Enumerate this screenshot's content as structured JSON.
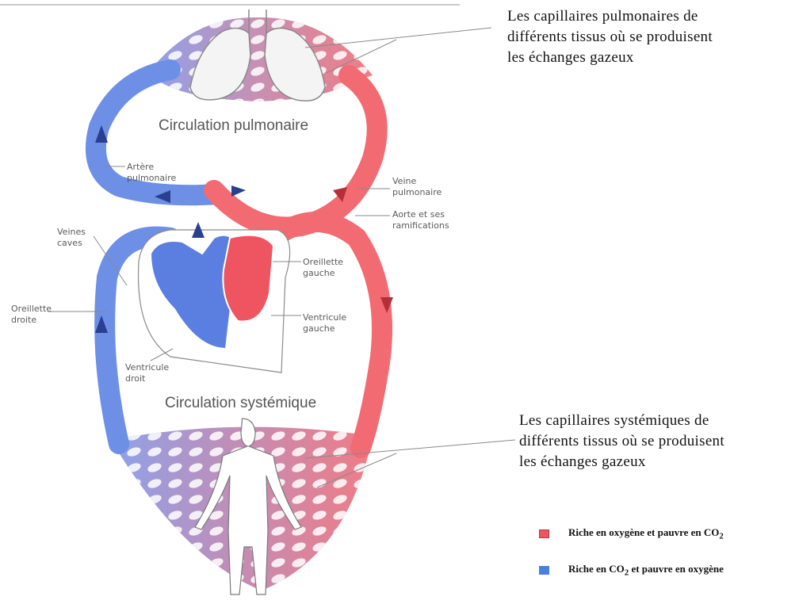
{
  "annotations": {
    "pulmonary": [
      "Les capillaires pulmonaires de",
      "différents tissus où se produisent",
      "les échanges gazeux"
    ],
    "systemic": [
      "Les capillaires systémiques de",
      "différents tissus où se produisent",
      "les échanges gazeux"
    ]
  },
  "diagram": {
    "title_pulmonary": "Circulation pulmonaire",
    "title_systemic": "Circulation systémique",
    "labels": {
      "artere_pulmonaire": [
        "Artère",
        "pulmonaire"
      ],
      "veines_caves": [
        "Veines",
        "caves"
      ],
      "oreillette_droite": [
        "Oreillette",
        "droite"
      ],
      "ventricule_droit": [
        "Ventricule",
        "droit"
      ],
      "veine_pulmonaire": [
        "Veine",
        "pulmonaire"
      ],
      "aorte": [
        "Aorte et ses",
        "ramifications"
      ],
      "oreillette_gauche": [
        "Oreillette",
        "gauche"
      ],
      "ventricule_gauche": [
        "Ventricule",
        "gauche"
      ]
    }
  },
  "legend": {
    "oxygen_rich": {
      "label_pre": "Riche en oxygène et pauvre en CO",
      "sub": "2",
      "color": "#f0545e"
    },
    "co2_rich": {
      "label_pre": "Riche en CO",
      "sub": "2",
      "label_post": " et pauvre en oxygène",
      "color": "#4a7fe0"
    }
  },
  "colors": {
    "oxygenated": "#f26a72",
    "deoxygenated": "#6e8fe6",
    "capillary_mix": "#b07fb4"
  }
}
